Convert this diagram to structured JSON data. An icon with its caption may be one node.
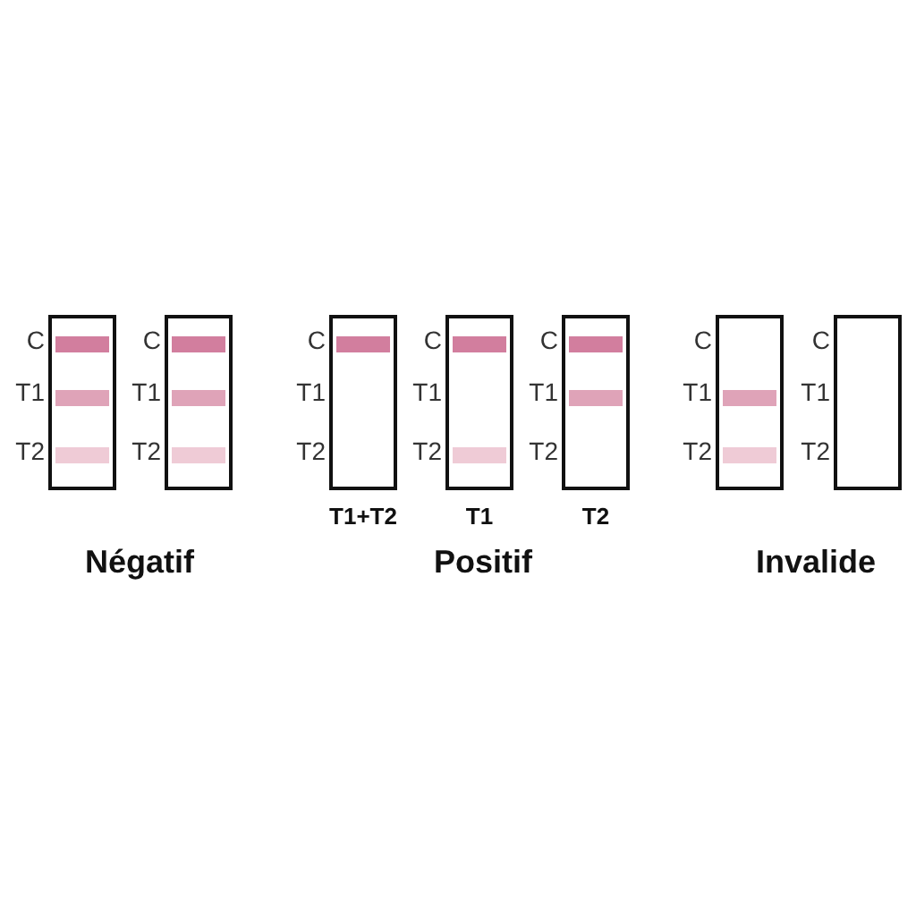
{
  "diagram": {
    "nodes": [
      {
        "text": [],
        "shape": "bar",
        "beside": [
          "C",
          "T1",
          "T2"
        ]
      },
      {
        "text": [],
        "shape": "bar",
        "in": 0
      },
      {
        "text": [],
        "shape": "bar",
        "in": 0
      },
      {
        "text": [],
        "shape": "bar",
        "in": 0
      },
      {
        "text": [],
        "shape": "bar",
        "beside": [
          "C",
          "T1",
          "T2"
        ]
      },
      {
        "text": [],
        "shape": "bar",
        "in": 4
      },
      {
        "text": [],
        "shape": "bar",
        "in": 4
      },
      {
        "text": [],
        "shape": "bar",
        "in": 4
      },
      {
        "text": [],
        "shape": "bar",
        "beside": [
          "C",
          "T1",
          "T2",
          "T1+T2"
        ]
      },
      {
        "text": [],
        "shape": "bar",
        "in": 8
      },
      {
        "text": [],
        "shape": "bar",
        "beside": [
          "C",
          "T1",
          "T2",
          "T1"
        ]
      },
      {
        "text": [],
        "shape": "bar",
        "in": 10
      },
      {
        "text": [],
        "shape": "bar",
        "in": 10
      },
      {
        "text": [],
        "shape": "bar",
        "beside": [
          "C",
          "T1",
          "T2",
          "T2"
        ]
      },
      {
        "text": [],
        "shape": "bar",
        "in": 13
      },
      {
        "text": [],
        "shape": "bar",
        "in": 13
      },
      {
        "text": [],
        "shape": "bar",
        "beside": [
          "C",
          "T1",
          "T2"
        ]
      },
      {
        "text": [],
        "shape": "bar",
        "in": 16
      },
      {
        "text": [],
        "shape": "bar",
        "in": 16
      },
      {
        "text": [],
        "shape": "bar",
        "beside": [
          "C",
          "T1",
          "T2"
        ]
      }
    ],
    "labels": [
      "Négatif",
      "Positif",
      "Invalide"
    ]
  }
}
